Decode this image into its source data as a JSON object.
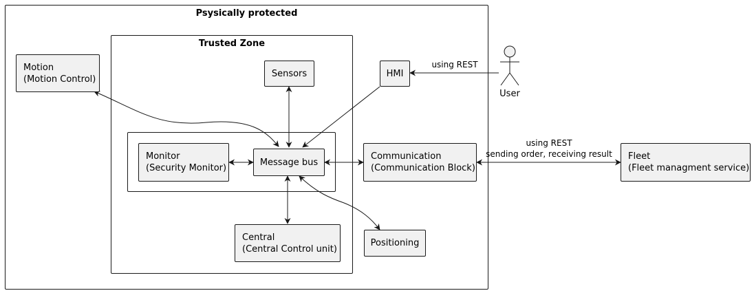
{
  "zones": {
    "physical": {
      "title": "Psysically protected"
    },
    "trusted": {
      "title": "Trusted Zone"
    }
  },
  "nodes": {
    "motion": {
      "line1": "Motion",
      "line2": "(Motion Control)"
    },
    "sensors": {
      "line1": "Sensors"
    },
    "hmi": {
      "line1": "HMI"
    },
    "monitor": {
      "line1": "Monitor",
      "line2": "(Security Monitor)"
    },
    "message_bus": {
      "line1": "Message bus"
    },
    "communication": {
      "line1": "Communication",
      "line2": "(Communication Block)"
    },
    "central": {
      "line1": "Central",
      "line2": "(Central Control unit)"
    },
    "positioning": {
      "line1": "Positioning"
    },
    "fleet": {
      "line1": "Fleet",
      "line2": "(Fleet managment service)"
    }
  },
  "actor": {
    "name": "User"
  },
  "edge_labels": {
    "user_hmi": "using REST",
    "comm_fleet_line1": "using REST",
    "comm_fleet_line2": "sending order, receiving result"
  },
  "colors": {
    "node_fill": "#f1f1f1",
    "stroke": "#181818",
    "background": "#ffffff"
  }
}
